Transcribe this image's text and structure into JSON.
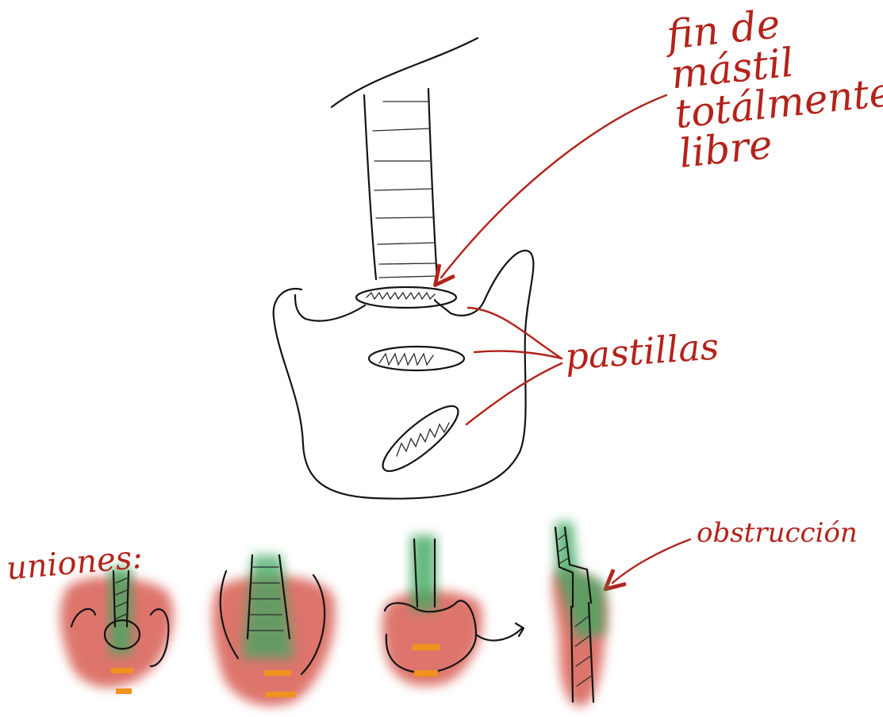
{
  "notes": {
    "neck_note": "fin de\nmástil\ntotálmente\nlibre",
    "pickups_note": "pastillas",
    "joints_label": "uniones:",
    "obstruction_note": "obstrucción"
  },
  "colors": {
    "ink": "#141414",
    "annotation": "#b3231b",
    "neck_highlight": "#3fa862",
    "body_highlight": "#d2473a",
    "marker": "#f0921e"
  }
}
